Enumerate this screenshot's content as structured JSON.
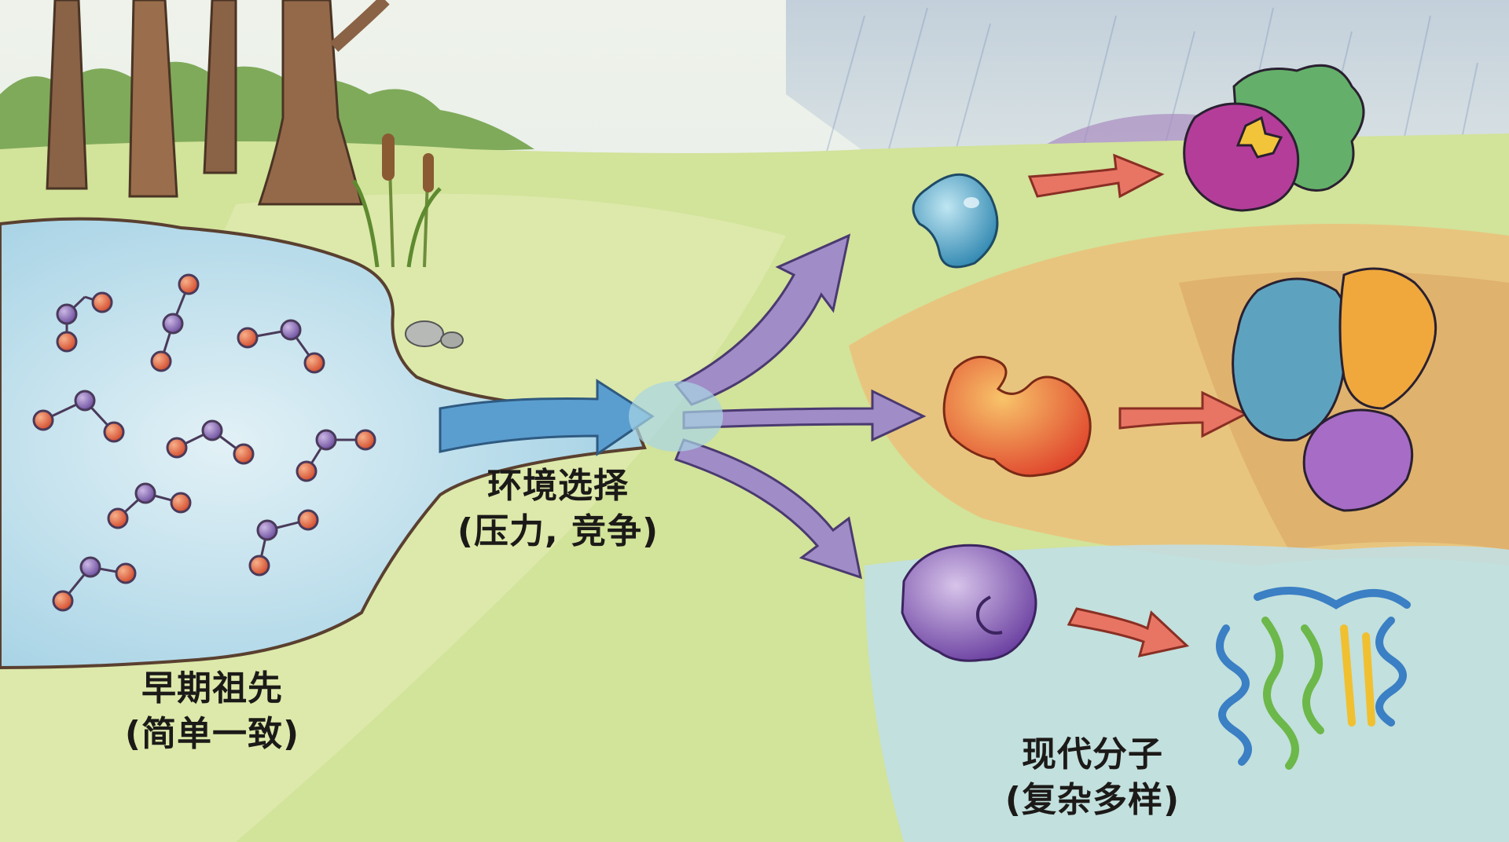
{
  "labels": {
    "ancestor": {
      "line1": "早期祖先",
      "line2": "(简单一致)"
    },
    "selection": {
      "line1": "环境选择",
      "line2": "(压力, 竞争)"
    },
    "modern": {
      "line1": "现代分子",
      "line2": "(复杂多样)"
    }
  },
  "colors": {
    "sky": "#dfeaf0",
    "grass": "#cfe08a",
    "water": "#aed8ea",
    "sand": "#e6c27a",
    "atom_purple": "#8f6fb8",
    "atom_orange": "#e8683c",
    "arrow_blue": "#4a92c8",
    "arrow_purple": "#9a86c0",
    "arrow_red": "#e56a5e"
  },
  "molecules": [
    {
      "name": "blue-bean-molecule",
      "color": "#4aa8cc"
    },
    {
      "name": "orange-molecule",
      "color": "#ec7a3a"
    },
    {
      "name": "purple-molecule",
      "color": "#8a64b8"
    },
    {
      "name": "complex-protein-top",
      "colors": [
        "#b23b95",
        "#5ea86a",
        "#f2c43a"
      ]
    },
    {
      "name": "complex-protein-middle",
      "colors": [
        "#4d9ab8",
        "#f0a83c",
        "#a36cc4"
      ]
    },
    {
      "name": "ribbon-protein",
      "colors": [
        "#3b7fc4",
        "#6cb84a",
        "#f0c030"
      ]
    }
  ]
}
